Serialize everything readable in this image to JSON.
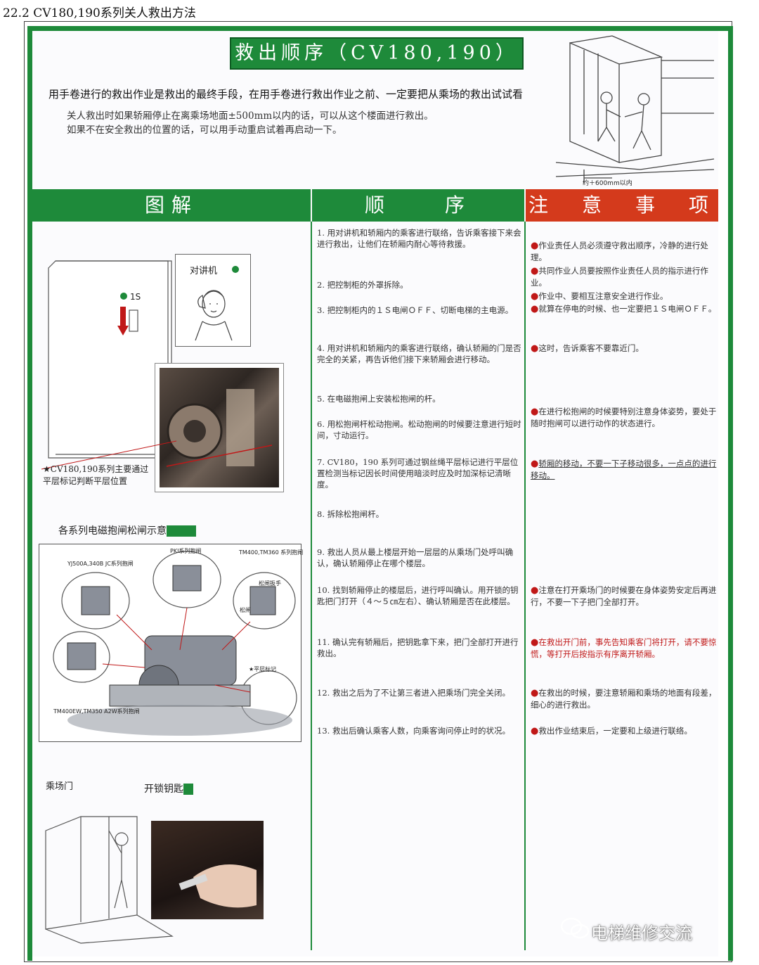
{
  "doc_heading": "22.2 CV180,190系列关人救出方法",
  "title": "救出顺序（CV180,190）",
  "intro": {
    "main": "用手卷进行的救出作业是救出的最终手段，在用手卷进行救出作业之前、一定要把从乘场的救出试试看",
    "lines": [
      "关人救出时如果轿厢停止在离乘场地面±500mm以内的话，可以从这个楼面进行救出。",
      "如果不在安全救出的位置的话，可以用手动重启试着再启动一下。"
    ]
  },
  "top_illustration_caption": "约＋600mm以内",
  "headers": {
    "diagram": "图解",
    "sequence": "顺　　序",
    "notes": "注　意　事　项"
  },
  "colors": {
    "green": "#1e8a3a",
    "red": "#d43a1c"
  },
  "left": {
    "intercom_label": "对讲机",
    "switch_label": "1S",
    "photo_caption": "★CV180,190系列主要通过平层标记判断平层位置",
    "brake_title": "各系列电磁抱闸松闸示意",
    "brake_labels": [
      "PKI系列抱闸",
      "TM400,TM360 系列抱闸",
      "YJ500A,340B JC系列抱闸",
      "松闸",
      "松闸扳手",
      "TM400EW,TM350 A2W系列抱闸",
      "★平层标记"
    ],
    "landing_door": "乘场门",
    "key_label": "开锁钥匙"
  },
  "steps": [
    "1. 用对讲机和轿厢内的乘客进行联络，告诉乘客接下来会进行救出，让他们在轿厢内耐心等待救援。",
    "2. 把控制柜的外罩拆除。",
    "3. 把控制柜内的１Ｓ电闸ＯＦＦ、切断电梯的主电源。",
    "4. 用对讲机和轿厢内的乘客进行联络，确认轿厢的门是否完全的关紧，再告诉他们接下来轿厢会进行移动。",
    "5. 在电磁抱闸上安装松抱闸的杆。",
    "6. 用松抱闸杆松动抱闸。松动抱闸的时候要注意进行短时间，寸动运行。",
    "7. CV180，190 系列可通过钢丝绳平层标记进行平层位置检测当标记因长时间使用暗淡时应及时加深标记清晰度。",
    "8. 拆除松抱闸杆。",
    "9. 救出人员从最上楼层开始一层层的从乘场门处呼叫确认，确认轿厢停止在哪个楼层。",
    "10. 找到轿厢停止的楼层后，进行呼叫确认。用开锁的钥匙把门打开（４～５㎝左右）、确认轿厢是否在此楼层。",
    "11. 确认完有轿厢后，把钥匙拿下来，把门全部打开进行救出。",
    "12. 救出之后为了不让第三者进入把乘场门完全关闭。",
    "13. 救出后确认乘客人数，向乘客询问停止时的状况。"
  ],
  "notes": [
    "作业责任人员必须遵守救出顺序，冷静的进行处理。",
    "共同作业人员要按照作业责任人员的指示进行作业。",
    "作业中、要相互注意安全进行作业。",
    "就算在停电的时候、也一定要把１Ｓ电闸ＯＦＦ。",
    "这时，告诉乘客不要靠近门。",
    "在进行松抱闸的时候要特别注意身体姿势，要处于随时抱闸可以进行动作的状态进行。",
    "轿厢的移动，不要一下子移动很多，一点点的进行移动。",
    "注意在打开乘场门的时候要在身体姿势安定后再进行，不要一下子把门全部打开。",
    "在救出开门前，事先告知乘客门将打开，请不要惊慌，等打开后按指示有序离开轿厢。",
    "在救出的时候，要注意轿厢和乘场的地面有段差，细心的进行救出。",
    "救出作业结束后，一定要和上级进行联络。"
  ],
  "watermark": "电梯维修交流"
}
